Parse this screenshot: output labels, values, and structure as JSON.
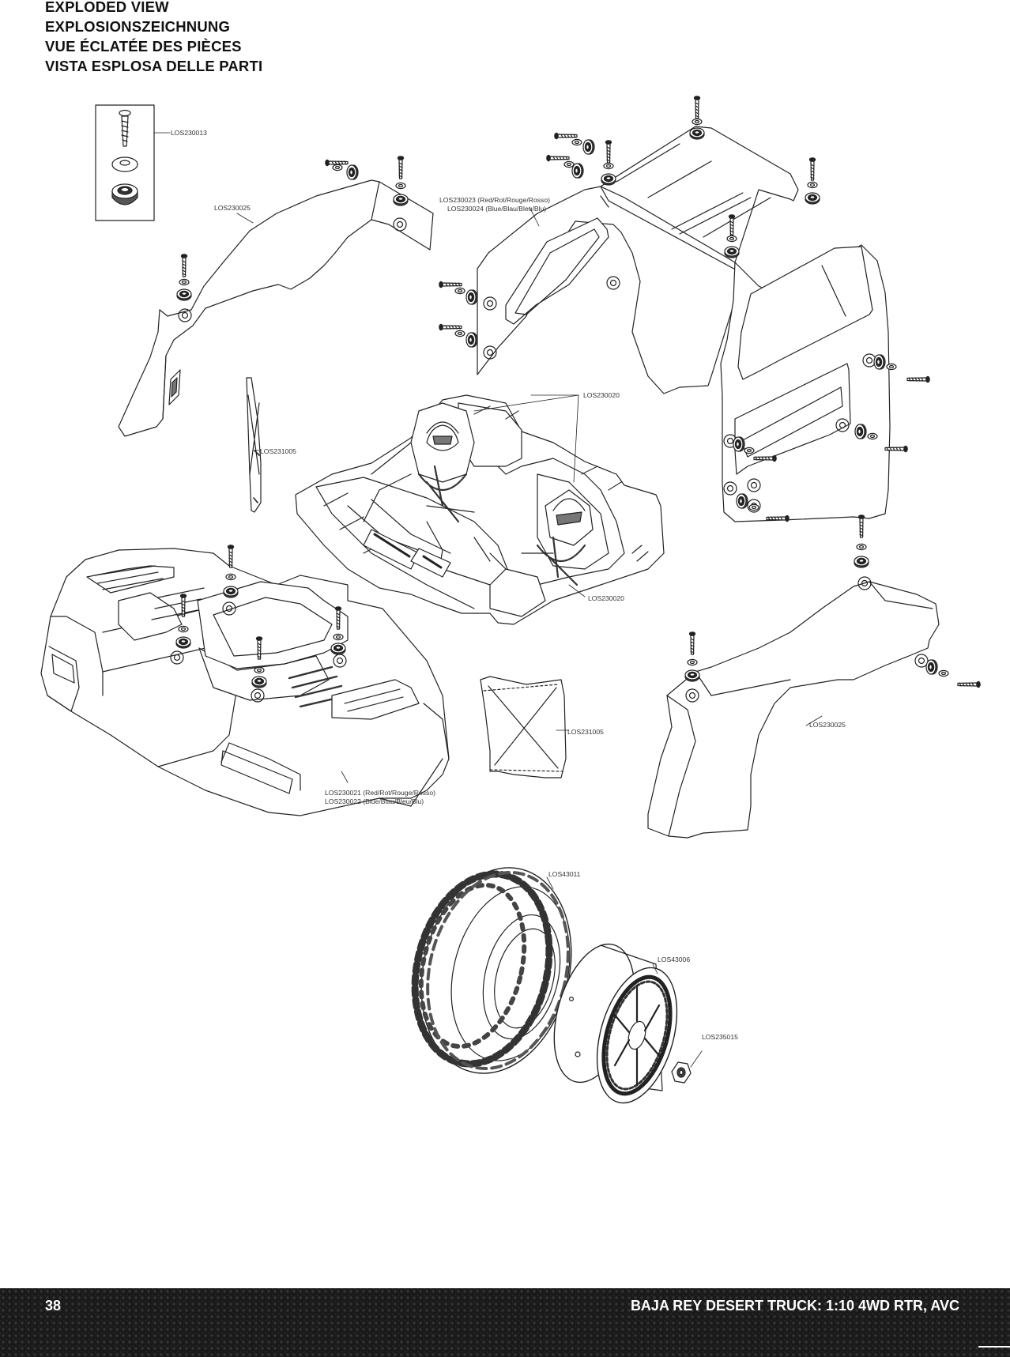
{
  "header": {
    "titles": [
      "EXPLODED VIEW",
      "EXPLOSIONSZEICHNUNG",
      "VUE ÉCLATÉE DES PIÈCES",
      "VISTA ESPLOSA DELLE PARTI"
    ]
  },
  "callouts": {
    "body_mount": "LOS230013",
    "rear_fender_left": "LOS230025",
    "cab_red": "LOS230023 (Red/Rot/Rouge/Rosso)",
    "cab_blue": "LOS230024 (Blue/Blau/Bleu/Blu)",
    "driver_top": "LOS230020",
    "window_net_left": "LOS231005",
    "interior_bottom": "LOS230020",
    "window_net_center": "LOS231005",
    "front_fender_right": "LOS230025",
    "hood_red": "LOS230021 (Red/Rot/Rouge/Rosso)",
    "hood_blue": "LOS230022 (Blue/Blau/Bleu/Blu)",
    "tire": "LOS43011",
    "wheel": "LOS43006",
    "wheel_nut": "LOS235015"
  },
  "footer": {
    "page_number": "38",
    "product_title": "BAJA REY DESERT TRUCK: 1:10 4WD RTR, AVC"
  }
}
